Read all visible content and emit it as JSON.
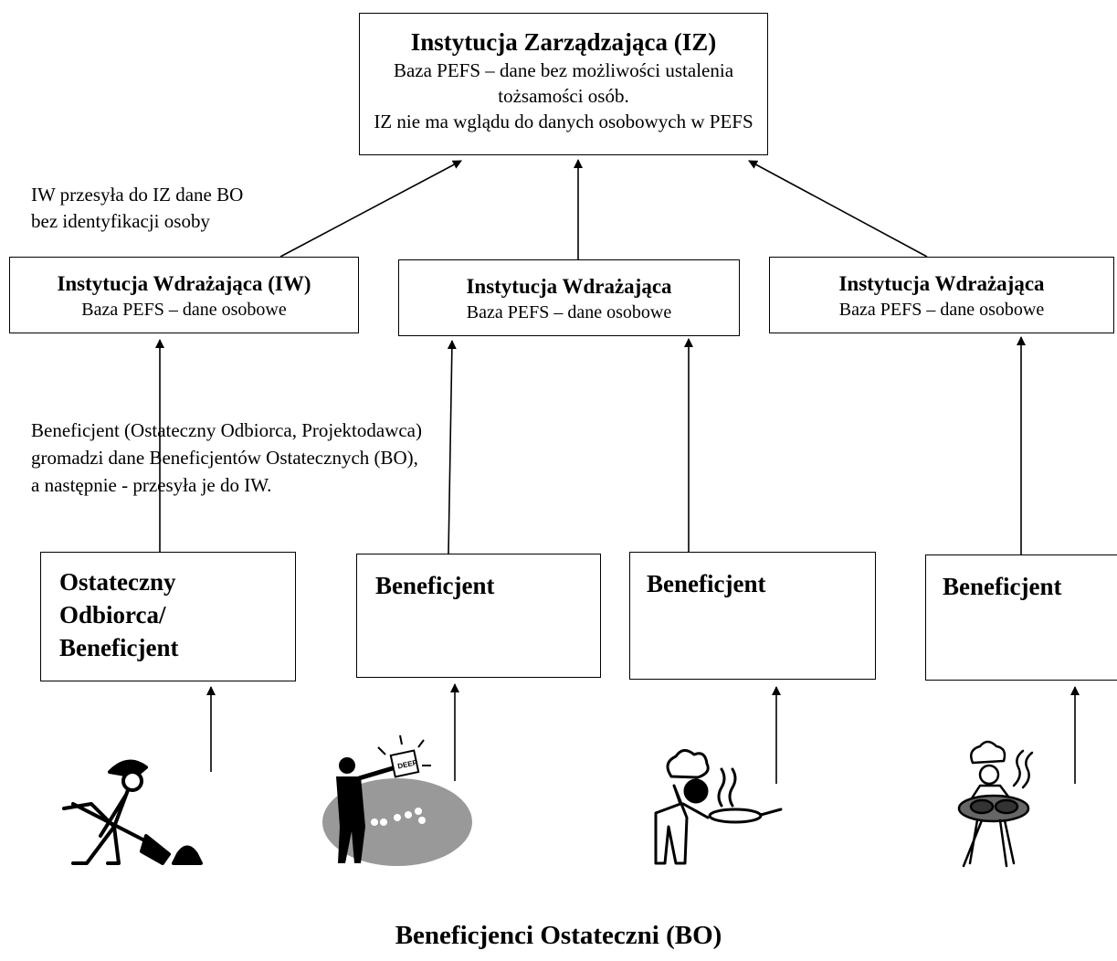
{
  "iz": {
    "title": "Instytucja Zarządzająca (IZ)",
    "line1": "Baza PEFS – dane bez możliwości ustalenia",
    "line2": "tożsamości osób.",
    "line3": "IZ nie ma wglądu do danych osobowych w PEFS"
  },
  "iw_note": {
    "line1": "IW przesyła do IZ dane BO",
    "line2": "bez identyfikacji osoby"
  },
  "iw_boxes": [
    {
      "title": "Instytucja Wdrażająca (IW)",
      "subtitle": "Baza PEFS – dane osobowe"
    },
    {
      "title": "Instytucja Wdrażająca",
      "subtitle": "Baza PEFS – dane osobowe"
    },
    {
      "title": "Instytucja Wdrażająca",
      "subtitle": "Baza PEFS – dane osobowe"
    }
  ],
  "beneficjent_note": {
    "line1": "Beneficjent (Ostateczny Odbiorca, Projektodawca)",
    "line2": "gromadzi dane Beneficjentów Ostatecznych (BO),",
    "line3": "a następnie - przesyła je do IW."
  },
  "beneficjent_boxes": [
    {
      "lines": [
        "Ostateczny",
        "Odbiorca/",
        "Beneficjent"
      ]
    },
    {
      "lines": [
        "Beneficjent"
      ]
    },
    {
      "lines": [
        "Beneficjent"
      ]
    },
    {
      "lines": [
        "Beneficjent"
      ]
    }
  ],
  "clipart": {
    "figure1": "worker-shoveling-icon",
    "figure2": "businessman-reading-icon",
    "figure2_sign": "DEEP",
    "figure3": "chef-with-pan-icon",
    "figure4": "baker-with-bread-icon"
  },
  "footer": {
    "title": "Beneficjenci Ostateczni (BO)"
  }
}
